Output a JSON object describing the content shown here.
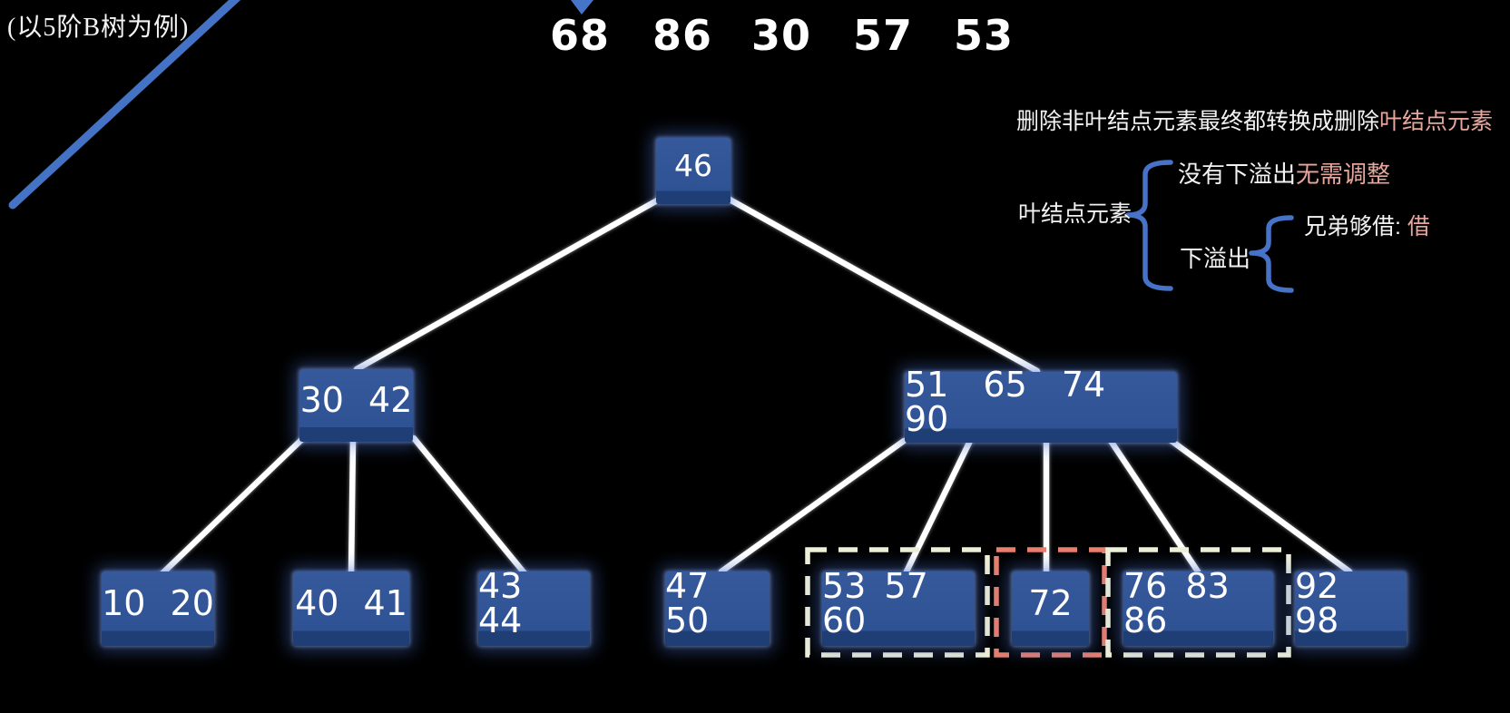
{
  "slide": {
    "title": "(以5阶B树为例)",
    "pending_keys": [
      "68",
      "86",
      "30",
      "57",
      "53"
    ]
  },
  "notes": {
    "headline_white": "删除非叶结点元素最终都转换成删除",
    "headline_pink": "叶结点元素",
    "leaf_label": "叶结点元素",
    "no_underflow_white": "没有下溢出",
    "no_underflow_pink": "无需调整",
    "underflow_label": "下溢出",
    "borrow_white": "兄弟够借: ",
    "borrow_pink": "借"
  },
  "tree": {
    "type": "b-tree",
    "order": "5",
    "root": {
      "keys": "46"
    },
    "internal": [
      {
        "keys": "30 42"
      },
      {
        "keys": "51 65 74 90"
      }
    ],
    "leaves": [
      {
        "keys": "10 20",
        "highlight": "none"
      },
      {
        "keys": "40 41",
        "highlight": "none"
      },
      {
        "keys": "43 44",
        "highlight": "none"
      },
      {
        "keys": "47 50",
        "highlight": "none"
      },
      {
        "keys": "53 57 60",
        "highlight": "cream-dashed"
      },
      {
        "keys": "72",
        "highlight": "red-dashed"
      },
      {
        "keys": "76 83 86",
        "highlight": "cream-dashed"
      },
      {
        "keys": "92 98",
        "highlight": "none"
      }
    ]
  },
  "colors": {
    "background": "#000000",
    "node_fill": "#2f5597",
    "node_fill_bottom": "#1f3e76",
    "edge_white": "#ffffff",
    "accent_blue": "#4472c4",
    "pink_text": "#e8a69d",
    "dashed_cream": "#eff0d9",
    "dashed_red": "#e97f6e"
  }
}
